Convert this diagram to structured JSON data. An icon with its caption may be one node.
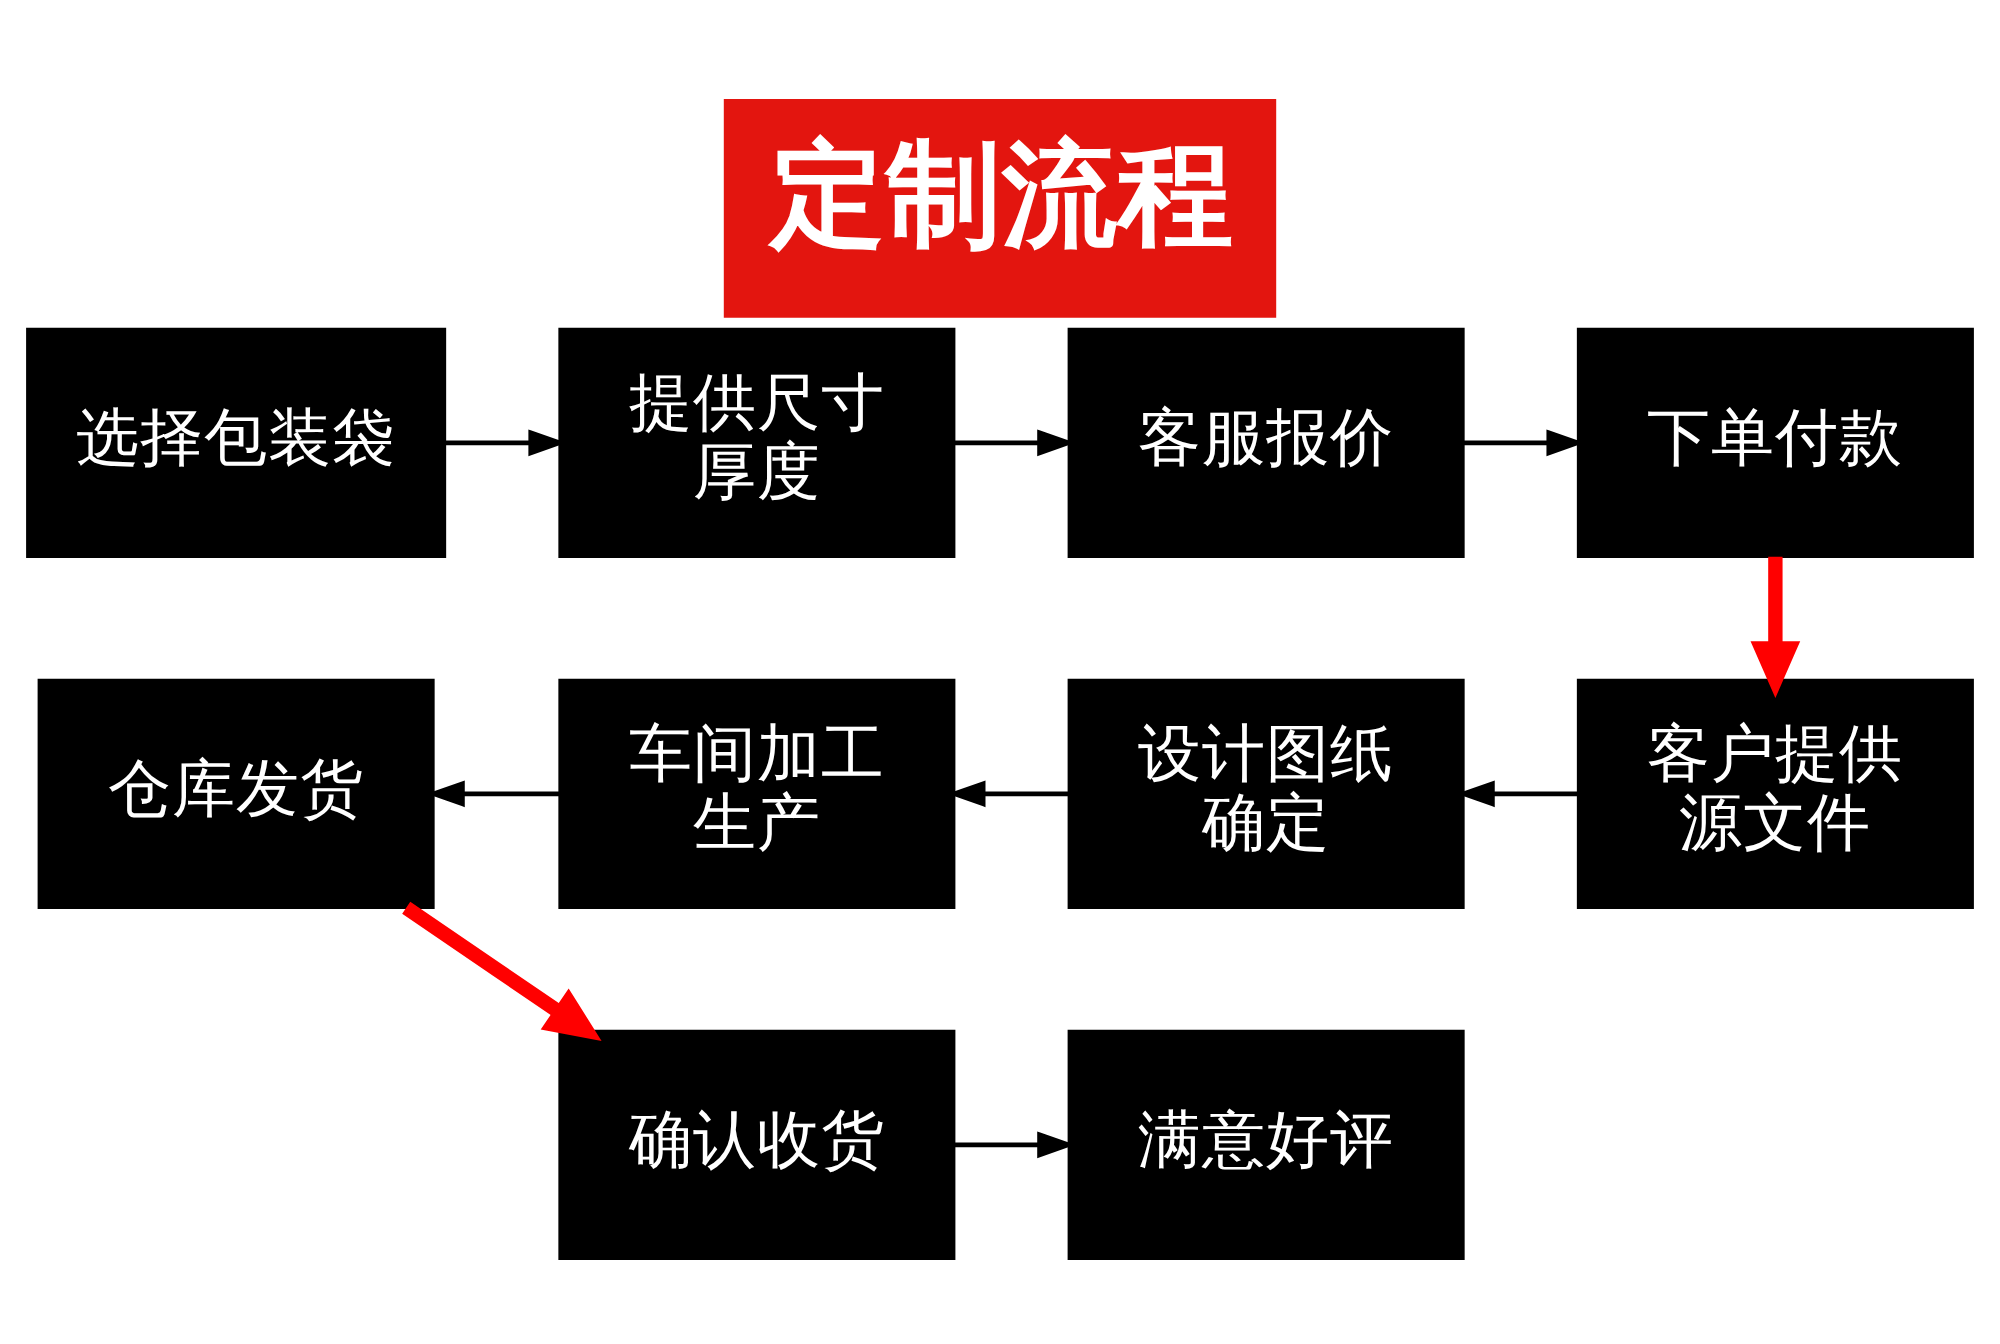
{
  "diagram": {
    "title": "定制流程",
    "nodes": [
      {
        "text": [
          "选择包装袋"
        ]
      },
      {
        "text": [
          "提供尺寸厚度"
        ]
      },
      {
        "text": [
          "客服报价"
        ]
      },
      {
        "text": [
          "下单付款"
        ]
      },
      {
        "text": [
          "客户提供源文件"
        ]
      },
      {
        "text": [
          "设计图纸确定"
        ]
      },
      {
        "text": [
          "车间加工生产"
        ]
      },
      {
        "text": [
          "仓库发货"
        ]
      },
      {
        "text": [
          "确认收货"
        ]
      },
      {
        "text": [
          "满意好评"
        ]
      }
    ],
    "edges": [
      {
        "from": 0,
        "to": 1,
        "arrow": "to"
      },
      {
        "from": 1,
        "to": 2,
        "arrow": "to"
      },
      {
        "from": 2,
        "to": 3,
        "arrow": "to"
      },
      {
        "from": 3,
        "to": 4,
        "arrow": "to",
        "style": "thick",
        "color": "#ff0000"
      },
      {
        "from": 4,
        "to": 5,
        "arrow": "to"
      },
      {
        "from": 5,
        "to": 6,
        "arrow": "to"
      },
      {
        "from": 6,
        "to": 7,
        "arrow": "to"
      },
      {
        "from": 7,
        "to": 8,
        "arrow": "to",
        "style": "thick",
        "color": "#ff0000"
      },
      {
        "from": 8,
        "to": 9,
        "arrow": "to"
      }
    ]
  }
}
